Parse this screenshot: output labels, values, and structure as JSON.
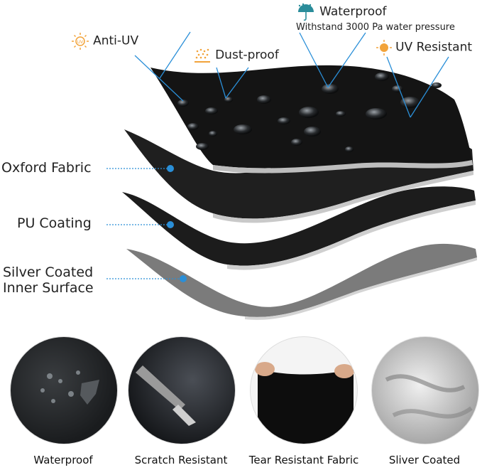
{
  "features": {
    "anti_uv": "Anti-UV",
    "dust_proof": "Dust-proof",
    "waterproof": "Waterproof",
    "waterproof_sub": "Withstand 3000 Pa water pressure",
    "uv_resistant": "UV Resistant"
  },
  "layers": {
    "oxford": "Oxford Fabric",
    "pu": "PU Coating",
    "silver_line1": "Silver Coated",
    "silver_line2": "Inner Surface"
  },
  "captions": {
    "waterproof": "Waterproof",
    "scratch": "Scratch Resistant",
    "tear": "Tear Resistant Fabric",
    "silver": "Sliver Coated"
  },
  "icons": [
    "sun-uv-icon",
    "dust-icon",
    "umbrella-icon",
    "sun-icon"
  ],
  "colors": {
    "accent": "#2a8fd8",
    "icon_orange": "#f2a33a",
    "icon_teal": "#2a8c9a"
  }
}
